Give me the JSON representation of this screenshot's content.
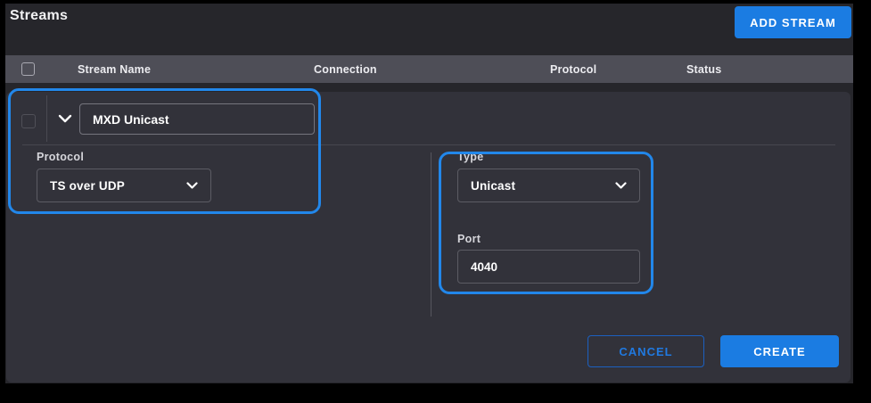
{
  "page": {
    "title": "Streams"
  },
  "toolbar": {
    "add_stream_label": "ADD STREAM"
  },
  "table": {
    "columns": [
      "Stream Name",
      "Connection",
      "Protocol",
      "Status"
    ]
  },
  "row": {
    "name_value": "MXD Unicast",
    "expanded": true
  },
  "form": {
    "protocol": {
      "label": "Protocol",
      "value": "TS over UDP"
    },
    "type": {
      "label": "Type",
      "value": "Unicast"
    },
    "port": {
      "label": "Port",
      "value": "4040"
    }
  },
  "footer": {
    "cancel_label": "CANCEL",
    "create_label": "CREATE"
  },
  "icons": {
    "row_expander": "chevron-down",
    "protocol_dropdown": "chevron-down",
    "type_dropdown": "chevron-down"
  },
  "colors": {
    "accent_blue": "#1b7ce2",
    "callout_blue": "#2287ea",
    "page_bg": "#26262b",
    "card_bg": "#32323a",
    "table_header_bg": "#4e4e57"
  }
}
